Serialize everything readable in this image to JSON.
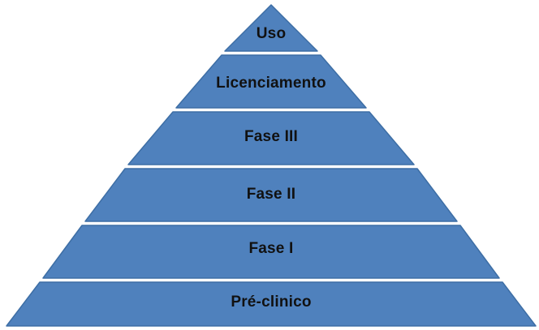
{
  "diagram": {
    "type": "pyramid",
    "orientation": "apex-up",
    "level_count": 6,
    "fill_color": "#4F81BD",
    "stroke_color": "#3D6EA5",
    "label_color": "#111111",
    "background_color": "#FFFFFF",
    "separator_color": "#FFFFFF",
    "levels": [
      {
        "label": "Uso"
      },
      {
        "label": "Licenciamento"
      },
      {
        "label": "Fase III"
      },
      {
        "label": "Fase II"
      },
      {
        "label": "Fase I"
      },
      {
        "label": "Pré-clinico"
      }
    ]
  }
}
